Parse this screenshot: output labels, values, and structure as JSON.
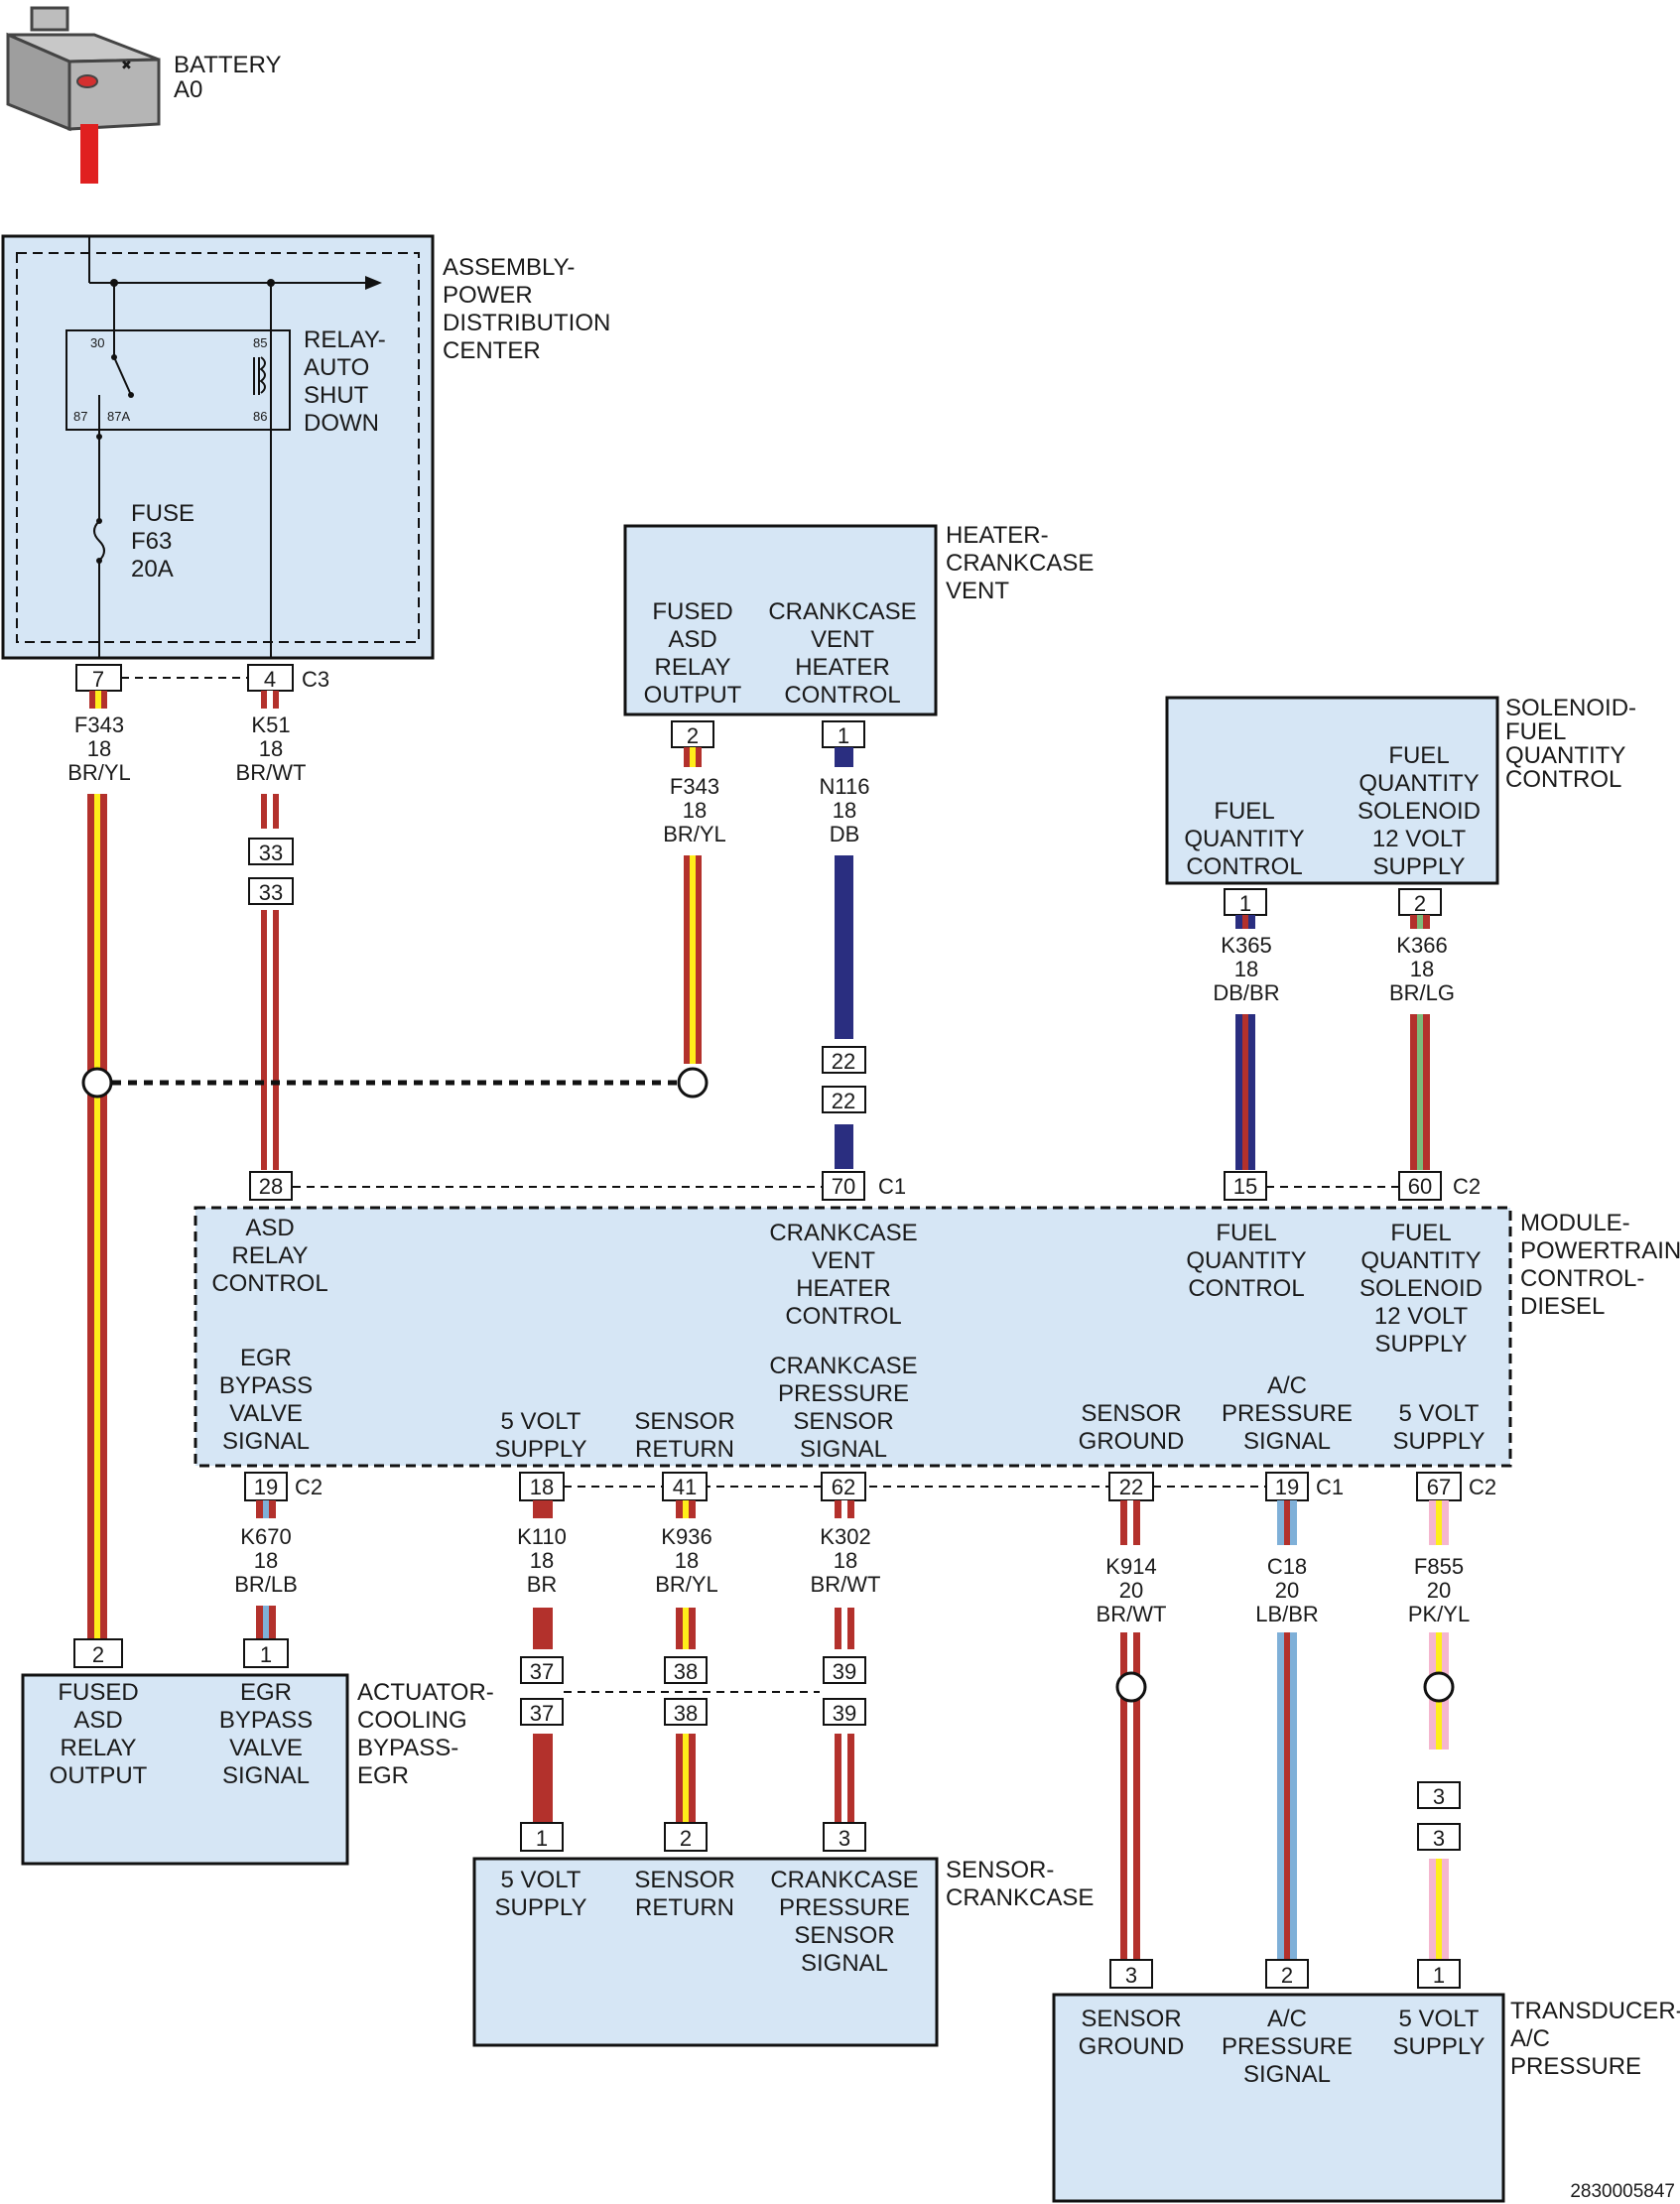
{
  "colors": {
    "panel_fill": "#d6e6f5",
    "red": "#e02020",
    "brown": "#b3312c",
    "yellow": "#ffee1a",
    "dark_blue": "#2a2e80",
    "light_green": "#7dba7a",
    "light_blue": "#7fb0d8",
    "pink": "#f5b6cf"
  },
  "battery": {
    "line1": "BATTERY",
    "line2": "A0"
  },
  "pdc": {
    "title": [
      "ASSEMBLY-",
      "POWER",
      "DISTRIBUTION",
      "CENTER"
    ],
    "relay_label": [
      "RELAY-",
      "AUTO",
      "SHUT",
      "DOWN"
    ],
    "relay_pins": {
      "p30": "30",
      "p85": "85",
      "p87": "87",
      "p87a": "87A",
      "p86": "86"
    },
    "fuse": [
      "FUSE",
      "F63",
      "20A"
    ],
    "pin_left": "7",
    "pin_right": "4",
    "connector": "C3"
  },
  "heater": {
    "title": [
      "HEATER-",
      "CRANKCASE",
      "VENT"
    ],
    "col1": [
      "FUSED",
      "ASD",
      "RELAY",
      "OUTPUT"
    ],
    "col2": [
      "CRANKCASE",
      "VENT",
      "HEATER",
      "CONTROL"
    ],
    "pin1": "2",
    "pin2": "1"
  },
  "solenoid": {
    "title": [
      "SOLENOID-",
      "FUEL",
      "QUANTITY",
      "CONTROL"
    ],
    "col1": [
      "FUEL",
      "QUANTITY",
      "CONTROL"
    ],
    "col2": [
      "FUEL",
      "QUANTITY",
      "SOLENOID",
      "12 VOLT",
      "SUPPLY"
    ],
    "pin1": "1",
    "pin2": "2"
  },
  "wires": {
    "f343_left": [
      "F343",
      "18",
      "BR/YL"
    ],
    "k51": [
      "K51",
      "18",
      "BR/WT"
    ],
    "f343_mid": [
      "F343",
      "18",
      "BR/YL"
    ],
    "n116": [
      "N116",
      "18",
      "DB"
    ],
    "k365": [
      "K365",
      "18",
      "DB/BR"
    ],
    "k366": [
      "K366",
      "18",
      "BR/LG"
    ],
    "k670": [
      "K670",
      "18",
      "BR/LB"
    ],
    "k110": [
      "K110",
      "18",
      "BR"
    ],
    "k936": [
      "K936",
      "18",
      "BR/YL"
    ],
    "k302": [
      "K302",
      "18",
      "BR/WT"
    ],
    "k914": [
      "K914",
      "20",
      "BR/WT"
    ],
    "c18": [
      "C18",
      "20",
      "LB/BR"
    ],
    "f855": [
      "F855",
      "20",
      "PK/YL"
    ]
  },
  "inline": {
    "k51_a": "33",
    "k51_b": "33",
    "n116_a": "22",
    "n116_b": "22",
    "c37a": "37",
    "c37b": "37",
    "c38a": "38",
    "c38b": "38",
    "c39a": "39",
    "c39b": "39",
    "f855_a": "3",
    "f855_b": "3"
  },
  "pcm": {
    "title": [
      "MODULE-",
      "POWERTRAIN",
      "CONTROL-",
      "DIESEL"
    ],
    "top_pins": {
      "asd": "28",
      "crank": "70",
      "fuel": "15",
      "sol": "60",
      "c1": "C1",
      "c2": "C2"
    },
    "labels": {
      "asd": [
        "ASD",
        "RELAY",
        "CONTROL"
      ],
      "crank_vent": [
        "CRANKCASE",
        "VENT",
        "HEATER",
        "CONTROL"
      ],
      "fuel_qty": [
        "FUEL",
        "QUANTITY",
        "CONTROL"
      ],
      "fuel_sol": [
        "FUEL",
        "QUANTITY",
        "SOLENOID",
        "12 VOLT",
        "SUPPLY"
      ],
      "egr": [
        "EGR",
        "BYPASS",
        "VALVE",
        "SIGNAL"
      ],
      "five_v": [
        "5 VOLT",
        "SUPPLY"
      ],
      "sens_ret": [
        "SENSOR",
        "RETURN"
      ],
      "crank_press": [
        "CRANKCASE",
        "PRESSURE",
        "SENSOR",
        "SIGNAL"
      ],
      "sens_gnd": [
        "SENSOR",
        "GROUND"
      ],
      "ac_press": [
        "A/C",
        "PRESSURE",
        "SIGNAL"
      ],
      "five_v2": [
        "5 VOLT",
        "SUPPLY"
      ]
    },
    "bottom_pins": {
      "egr": "19",
      "egr_conn": "C2",
      "p18": "18",
      "p41": "41",
      "p62": "62",
      "p22": "22",
      "p19": "19",
      "c1": "C1",
      "p67": "67",
      "c2": "C2"
    }
  },
  "egr_actuator": {
    "title": [
      "ACTUATOR-",
      "COOLING",
      "BYPASS-",
      "EGR"
    ],
    "col1": [
      "FUSED",
      "ASD",
      "RELAY",
      "OUTPUT"
    ],
    "col2": [
      "EGR",
      "BYPASS",
      "VALVE",
      "SIGNAL"
    ],
    "pin1": "2",
    "pin2": "1"
  },
  "crank_sensor": {
    "title": [
      "SENSOR-",
      "CRANKCASE"
    ],
    "col1": [
      "5 VOLT",
      "SUPPLY"
    ],
    "col2": [
      "SENSOR",
      "RETURN"
    ],
    "col3": [
      "CRANKCASE",
      "PRESSURE",
      "SENSOR",
      "SIGNAL"
    ],
    "pin1": "1",
    "pin2": "2",
    "pin3": "3"
  },
  "ac_transducer": {
    "title": [
      "TRANSDUCER-",
      "A/C",
      "PRESSURE"
    ],
    "col1": [
      "SENSOR",
      "GROUND"
    ],
    "col2": [
      "A/C",
      "PRESSURE",
      "SIGNAL"
    ],
    "col3": [
      "5 VOLT",
      "SUPPLY"
    ],
    "pin1": "3",
    "pin2": "2",
    "pin3": "1"
  },
  "doc_id": "2830005847"
}
